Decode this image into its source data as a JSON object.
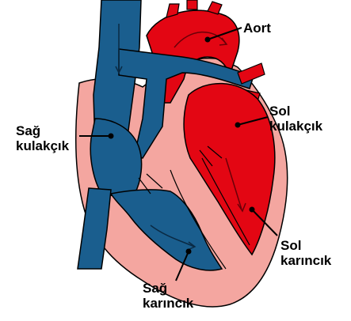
{
  "colors": {
    "oxygenated": "#e30613",
    "deoxygenated": "#1a5e8e",
    "wall": "#f4a6a0",
    "outline": "#000000",
    "text": "#000000"
  },
  "labels": {
    "aorta": "Aort",
    "right_atrium": {
      "line1": "Sağ",
      "line2": "kulakçık"
    },
    "left_atrium": {
      "line1": "Sol",
      "line2": "kulakçık"
    },
    "left_ventricle": {
      "line1": "Sol",
      "line2": "karıncık"
    },
    "right_ventricle": {
      "line1": "Sağ",
      "line2": "karıncık"
    }
  }
}
